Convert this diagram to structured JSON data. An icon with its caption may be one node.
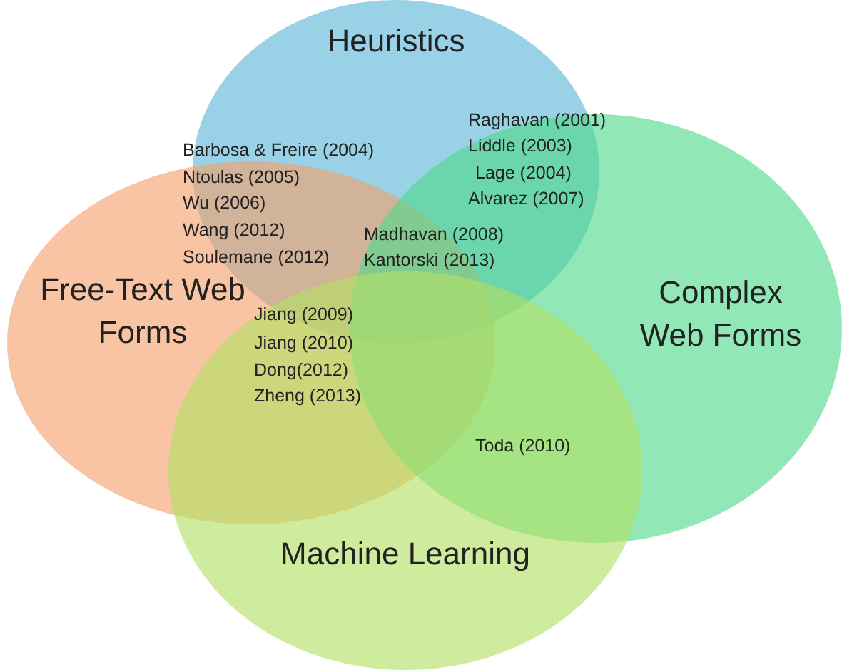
{
  "diagram": {
    "nodes": [
      {
        "text": [
          "Heuristics"
        ]
      },
      {
        "text": [
          "Free-Text Web Forms"
        ]
      },
      {
        "text": [
          "Complex Web Forms"
        ]
      },
      {
        "text": [
          "Machine Learning"
        ]
      }
    ],
    "labels": [
      "Raghavan (2001)",
      "Liddle (2003)",
      "Lage (2004)",
      "Alvarez (2007)",
      "Barbosa & Freire (2004)",
      "Ntoulas (2005)",
      "Wu (2006)",
      "Wang (2012)",
      "Soulemane (2012)",
      "Madhavan (2008)",
      "Kantorski (2013)",
      "Jiang (2009)",
      "Jiang (2010)",
      "Dong(2012)",
      "Zheng (2013)",
      "Toda (2010)"
    ]
  }
}
